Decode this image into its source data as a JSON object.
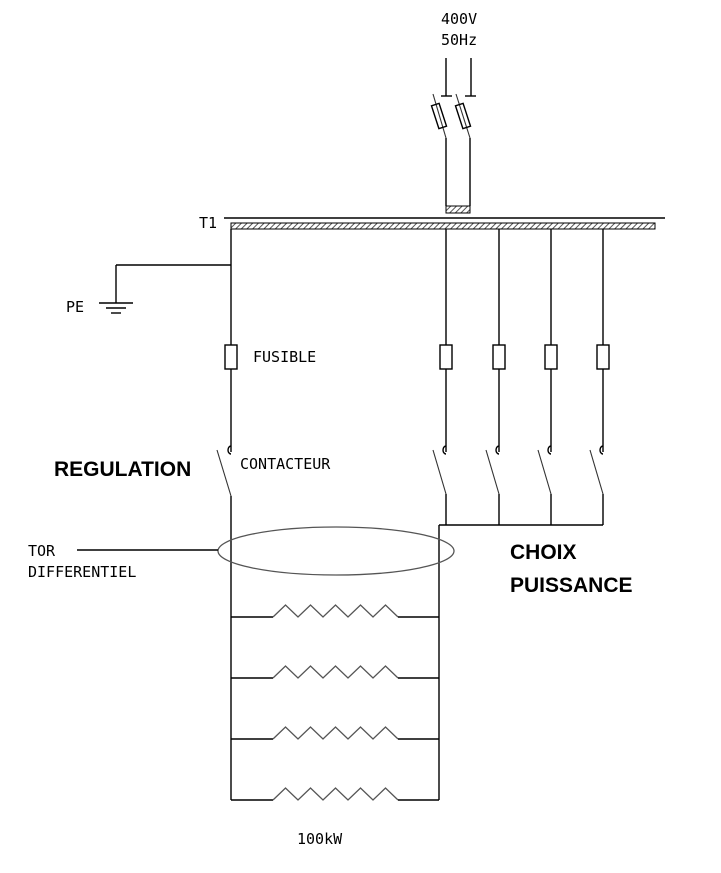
{
  "diagram": {
    "supply": {
      "voltage": "400V",
      "frequency": "50Hz"
    },
    "busbar_label": "T1",
    "earth_label": "PE",
    "fuse_label": "FUSIBLE",
    "contactor_label": "CONTACTEUR",
    "regulation_label": "REGULATION",
    "toroid_label_line1": "TOR",
    "toroid_label_line2": "DIFFERENTIEL",
    "power_choice_line1": "CHOIX",
    "power_choice_line2": "PUISSANCE",
    "load_power": "100kW",
    "power_branches": 4,
    "heating_resistors": 4
  }
}
